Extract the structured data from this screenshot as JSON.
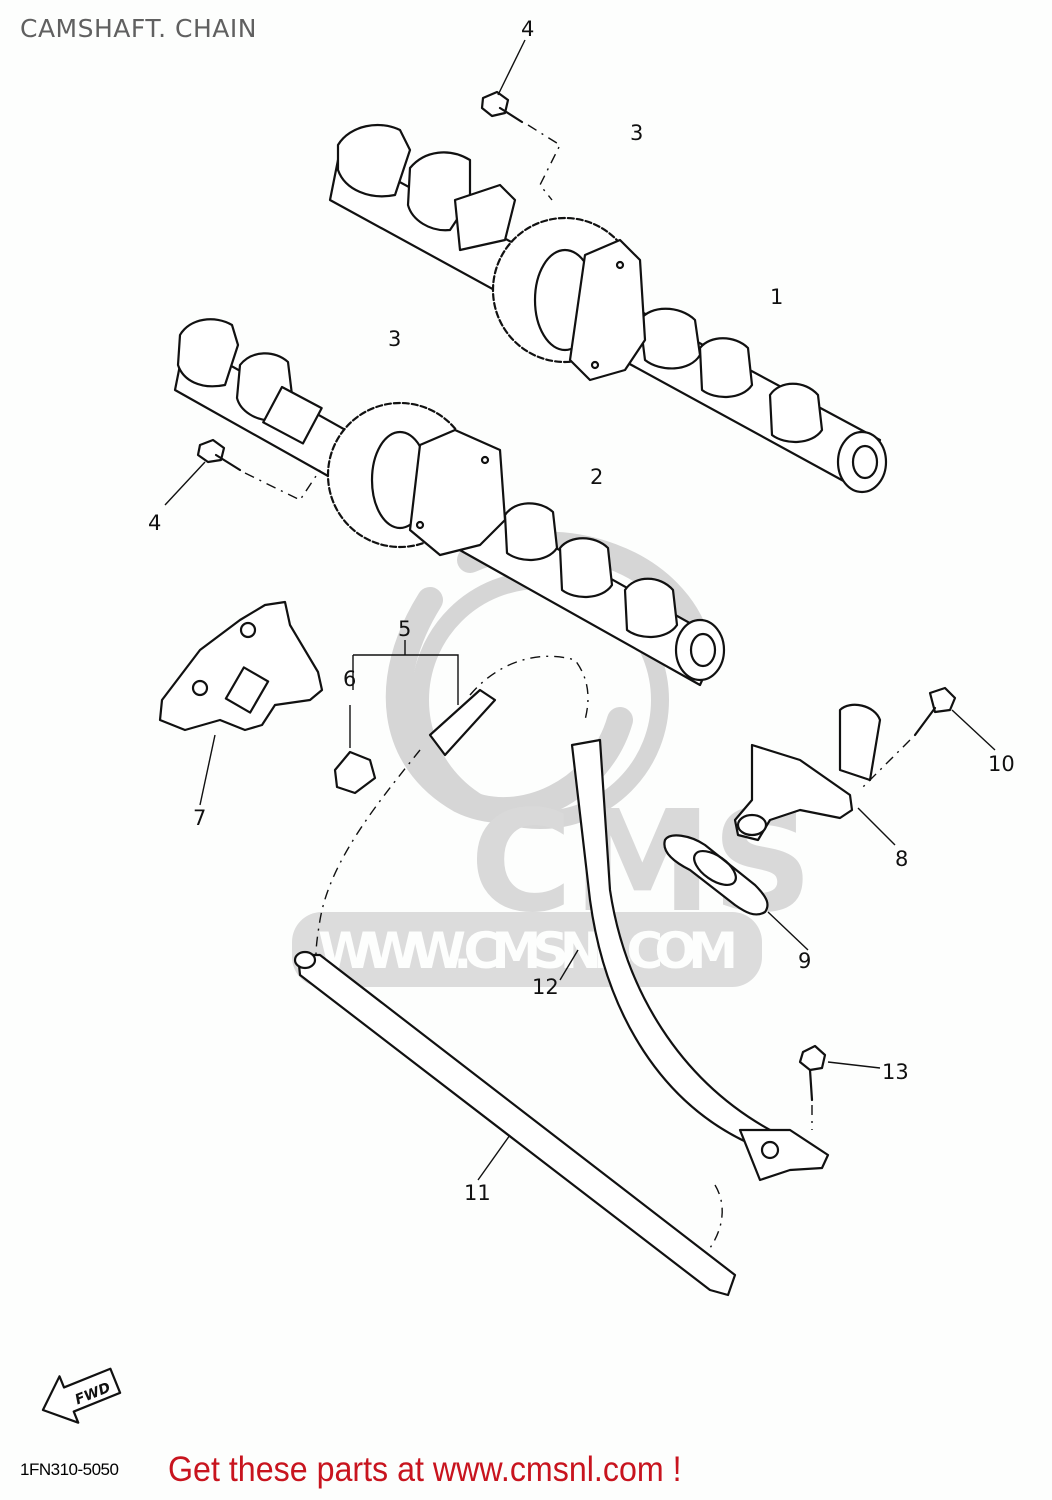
{
  "header": {
    "title": "CAMSHAFT. CHAIN"
  },
  "diagram": {
    "parts": [
      {
        "label": "1",
        "name": "camshaft-1"
      },
      {
        "label": "2",
        "name": "camshaft-2"
      },
      {
        "label": "3",
        "name": "cam-sprocket"
      },
      {
        "label": "3",
        "name": "cam-sprocket"
      },
      {
        "label": "4",
        "name": "bolt"
      },
      {
        "label": "4",
        "name": "bolt"
      },
      {
        "label": "5",
        "name": "cam-chain"
      },
      {
        "label": "6",
        "name": "chain-joint"
      },
      {
        "label": "7",
        "name": "chain-guide-top"
      },
      {
        "label": "8",
        "name": "chain-tensioner"
      },
      {
        "label": "9",
        "name": "tensioner-gasket"
      },
      {
        "label": "10",
        "name": "tensioner-bolt"
      },
      {
        "label": "11",
        "name": "chain-guide-exhaust"
      },
      {
        "label": "12",
        "name": "chain-guide-intake"
      },
      {
        "label": "13",
        "name": "guide-bolt"
      }
    ],
    "fwd_arrow": "FWD",
    "watermark": "WWW.CMSNL.COM",
    "watermark_logo": "CMS"
  },
  "footer": {
    "ref_code": "1FN310-5050",
    "promo": "Get these parts at www.cmsnl.com !",
    "promo_color": "#c8141e"
  }
}
